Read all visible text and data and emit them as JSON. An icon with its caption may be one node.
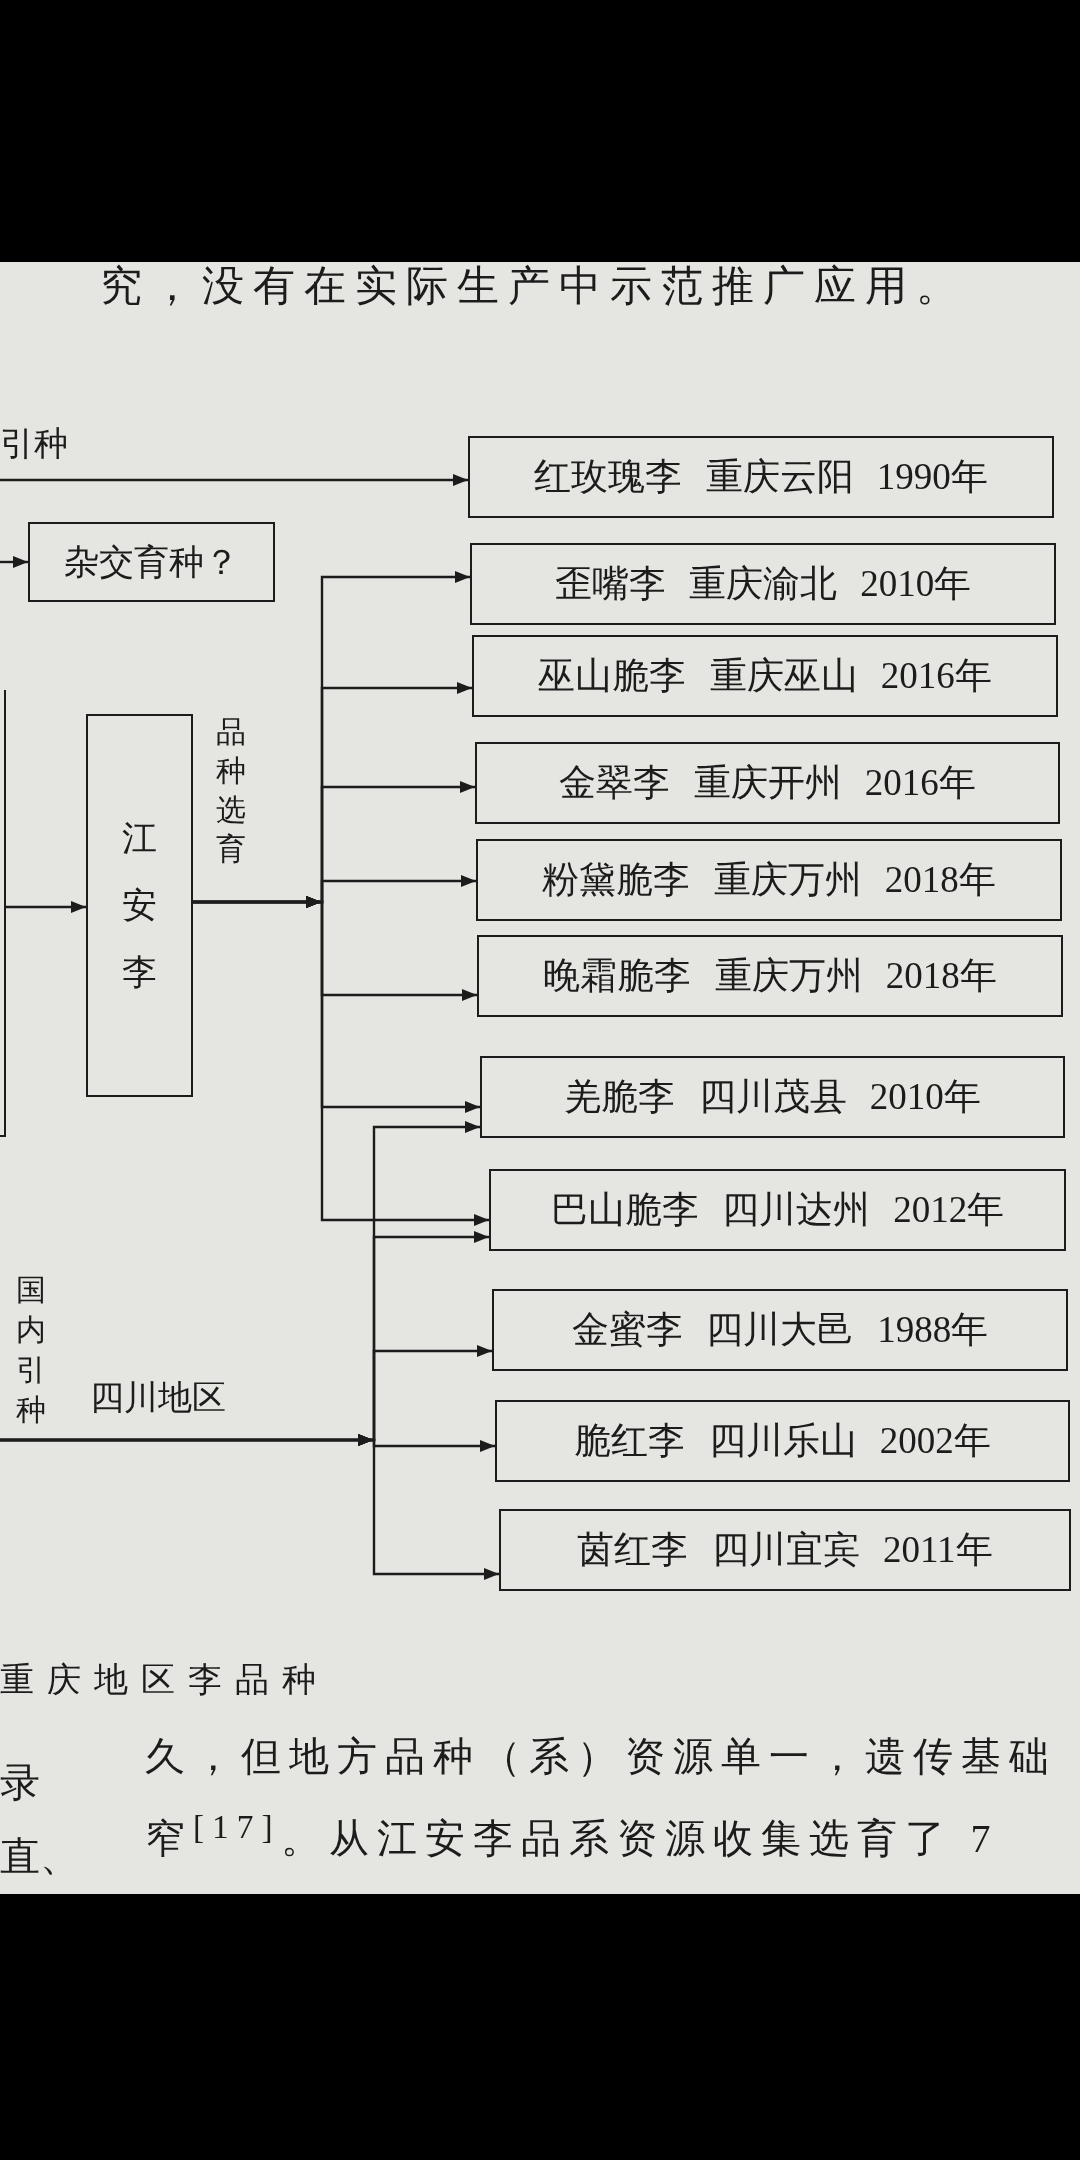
{
  "diagram": {
    "caption": "重庆地区李品种",
    "nodes": [
      {
        "text": [
          "杂交育种？"
        ]
      },
      {
        "text": [],
        "shape": "box"
      },
      {
        "text": [
          "江安李"
        ]
      },
      {
        "text": [
          "红玫瑰李 重庆云阳 1990年"
        ]
      },
      {
        "text": [
          "歪嘴李 重庆渝北 2010年"
        ]
      },
      {
        "text": [
          "巫山脆李 重庆巫山 2016年"
        ]
      },
      {
        "text": [
          "金翠李 重庆开州 2016年"
        ]
      },
      {
        "text": [
          "粉黛脆李 重庆万州 2018年"
        ]
      },
      {
        "text": [
          "晚霜脆李 重庆万州 2018年"
        ]
      },
      {
        "text": [
          "羌脆李 四川茂县 2010年"
        ]
      },
      {
        "text": [
          "巴山脆李 四川达州 2012年"
        ]
      },
      {
        "text": [
          "金蜜李 四川大邑 1988年"
        ]
      },
      {
        "text": [
          "脆红李 四川乐山 2002年"
        ]
      },
      {
        "text": [
          "茵红李 四川宜宾 2011年"
        ]
      }
    ],
    "edges": [
      {
        "from": null,
        "to": 3,
        "arrow": "to",
        "label": "引种"
      },
      {
        "from": null,
        "to": 0,
        "arrow": "to"
      },
      {
        "from": 1,
        "to": 2,
        "arrow": "to"
      },
      {
        "from": 2,
        "to": 4,
        "arrow": "to",
        "label": "品种选育"
      },
      {
        "from": 2,
        "to": 5,
        "arrow": "to"
      },
      {
        "from": 2,
        "to": 6,
        "arrow": "to"
      },
      {
        "from": 2,
        "to": 7,
        "arrow": "to"
      },
      {
        "from": 2,
        "to": 8,
        "arrow": "to"
      },
      {
        "from": 2,
        "to": 9,
        "arrow": "to"
      },
      {
        "from": 2,
        "to": 10,
        "arrow": "to"
      },
      {
        "from": null,
        "to": 9,
        "arrow": "to",
        "label": "四川地区"
      },
      {
        "from": null,
        "to": 10,
        "arrow": "to"
      },
      {
        "from": null,
        "to": 11,
        "arrow": "to"
      },
      {
        "from": null,
        "to": 12,
        "arrow": "to"
      },
      {
        "from": null,
        "to": 13,
        "arrow": "to"
      }
    ],
    "labels": [
      "究，没有在实际生产中示范推广应用。",
      "国内引种",
      "录",
      "久，但地方品种（系）资源单一，遗传基础",
      "直、",
      "窄$^{[17]}$。从江安李品系资源收集选育了 7"
    ]
  }
}
